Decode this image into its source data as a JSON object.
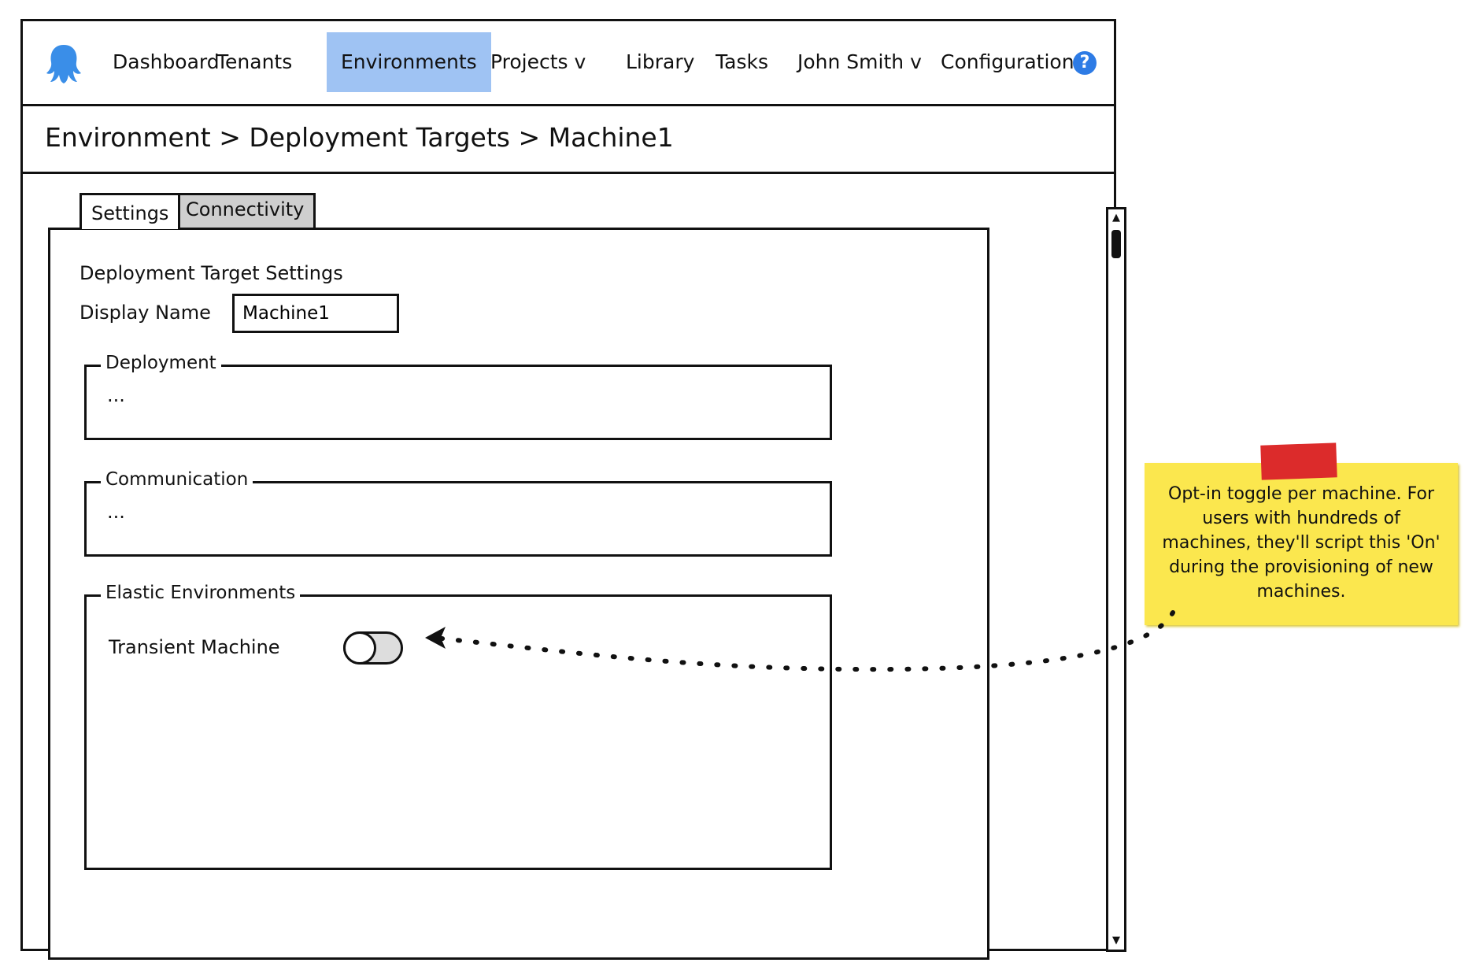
{
  "nav": {
    "items": [
      {
        "label": "Dashboard"
      },
      {
        "label": "Tenants"
      },
      {
        "label": "Environments"
      },
      {
        "label": "Projects v"
      },
      {
        "label": "Library"
      },
      {
        "label": "Tasks"
      },
      {
        "label": "John Smith v"
      },
      {
        "label": "Configuration"
      }
    ],
    "active": "Environments",
    "help_label": "?"
  },
  "breadcrumb": "Environment > Deployment Targets > Machine1",
  "tabs": [
    {
      "label": "Settings",
      "selected": true
    },
    {
      "label": "Connectivity",
      "selected": false
    }
  ],
  "settings": {
    "section_title": "Deployment Target Settings",
    "display_name_label": "Display Name",
    "display_name_value": "Machine1",
    "groups": {
      "deployment": {
        "legend": "Deployment",
        "content": "..."
      },
      "communication": {
        "legend": "Communication",
        "content": "..."
      },
      "elastic": {
        "legend": "Elastic Environments",
        "toggle_label": "Transient Machine",
        "toggle_on": false
      }
    }
  },
  "note": {
    "text": "Opt-in toggle per machine. For users with hundreds of machines, they'll script this 'On' during the provisioning of new machines."
  },
  "colors": {
    "active_tab": "#9fc3f3",
    "help_icon": "#2d7be5",
    "sticky_note": "#fbe74e",
    "tape": "#dc2b2b"
  }
}
